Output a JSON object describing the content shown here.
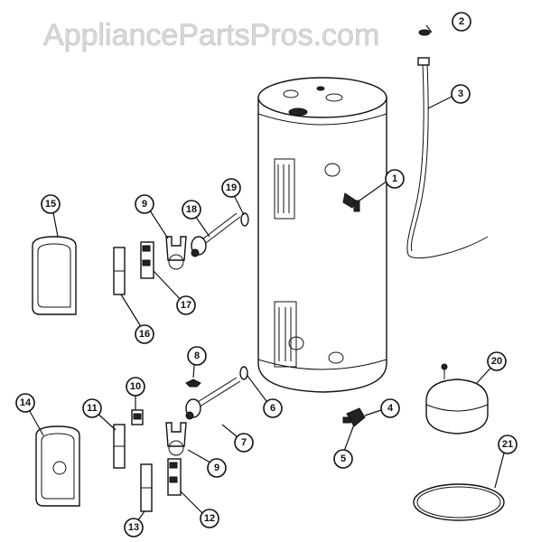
{
  "watermark": "AppliancePartsPros.com",
  "callouts": [
    {
      "label": "1"
    },
    {
      "label": "2"
    },
    {
      "label": "3"
    },
    {
      "label": "4"
    },
    {
      "label": "5"
    },
    {
      "label": "6"
    },
    {
      "label": "7"
    },
    {
      "label": "8"
    },
    {
      "label": "9"
    },
    {
      "label": "9"
    },
    {
      "label": "10"
    },
    {
      "label": "11"
    },
    {
      "label": "12"
    },
    {
      "label": "13"
    },
    {
      "label": "14"
    },
    {
      "label": "15"
    },
    {
      "label": "16"
    },
    {
      "label": "17"
    },
    {
      "label": "18"
    },
    {
      "label": "19"
    },
    {
      "label": "20"
    },
    {
      "label": "21"
    }
  ]
}
